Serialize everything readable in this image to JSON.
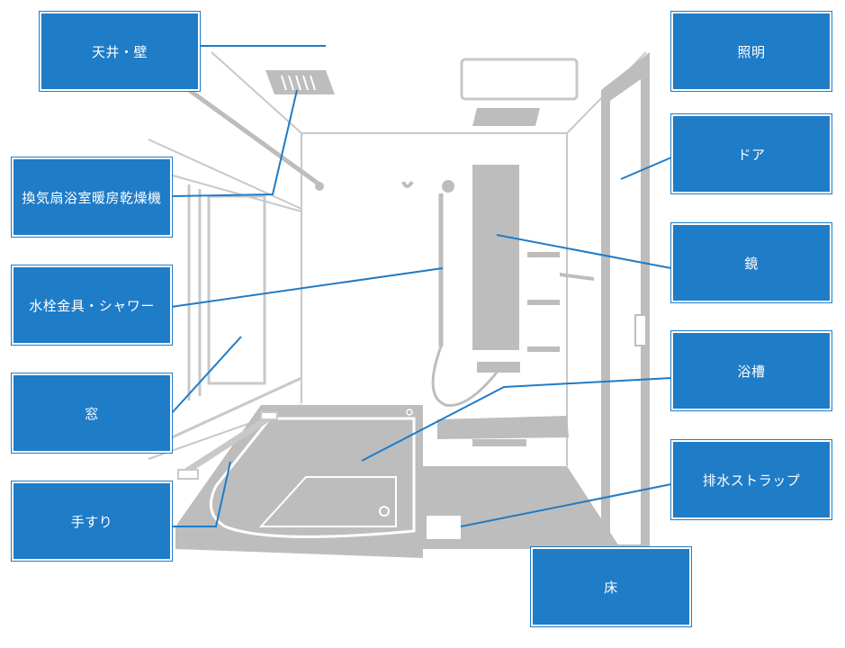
{
  "labels": {
    "ceiling_wall": "天井・壁",
    "fan_dryer": "換気扇浴室暖房乾燥機",
    "faucet_shower": "水栓金具・シャワー",
    "window": "窓",
    "handrail": "手すり",
    "lighting": "照明",
    "door": "ドア",
    "mirror": "鏡",
    "bathtub": "浴槽",
    "drain_strap": "排水ストラップ",
    "floor": "床"
  },
  "colors": {
    "label_fill": "#1f7cc7",
    "leader_line": "#1f7cc7",
    "fixture_gray": "#bdbdbd",
    "outline_gray": "#c8c8c8"
  }
}
